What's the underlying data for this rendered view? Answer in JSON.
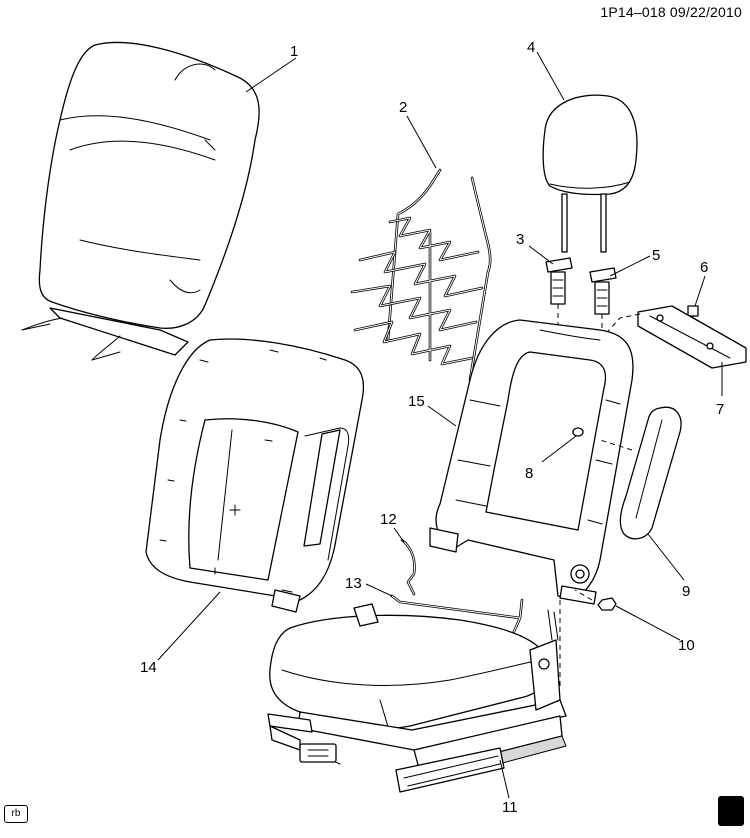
{
  "header": {
    "code": "1P14–018  09/22/2010"
  },
  "callouts": [
    "1",
    "2",
    "3",
    "4",
    "5",
    "6",
    "7",
    "8",
    "9",
    "10",
    "11",
    "12",
    "13",
    "14",
    "15"
  ],
  "footer": {
    "tag": "rb",
    "badge_top": "",
    "badge_bottom": ""
  }
}
